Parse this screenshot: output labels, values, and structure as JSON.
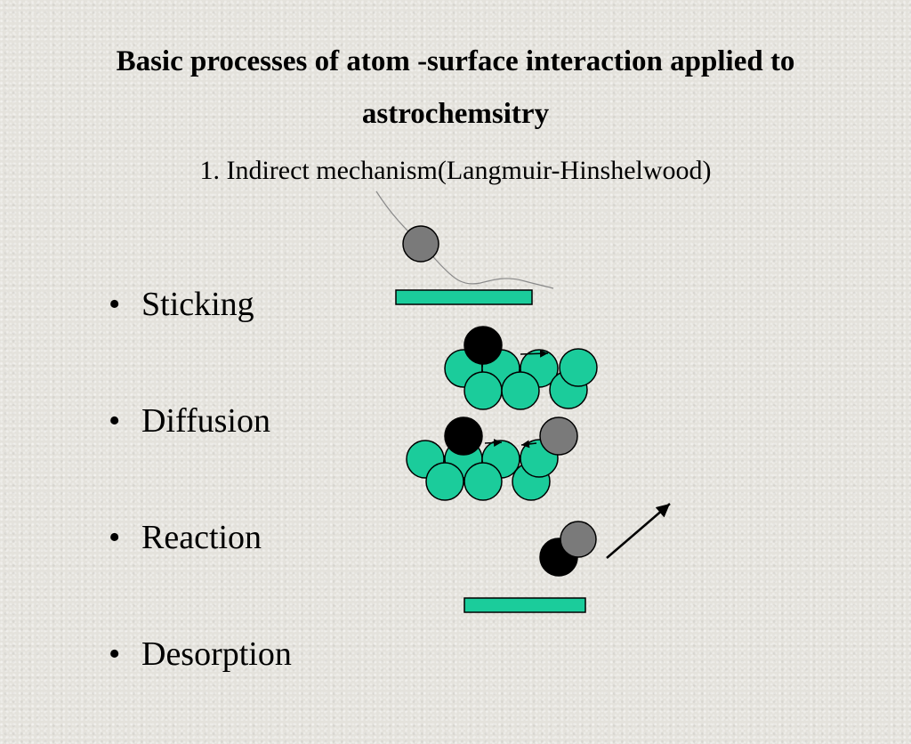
{
  "slide": {
    "title": "Basic processes of atom -surface interaction applied to astrochemsitry",
    "subtitle": "1. Indirect mechanism(Langmuir-Hinshelwood)",
    "bullets": [
      "Sticking",
      "Diffusion",
      "Reaction",
      "Desorption"
    ]
  },
  "colors": {
    "surface": "#1bcc9b",
    "atom_grey": "#7a7a7a",
    "atom_black": "#000000"
  }
}
